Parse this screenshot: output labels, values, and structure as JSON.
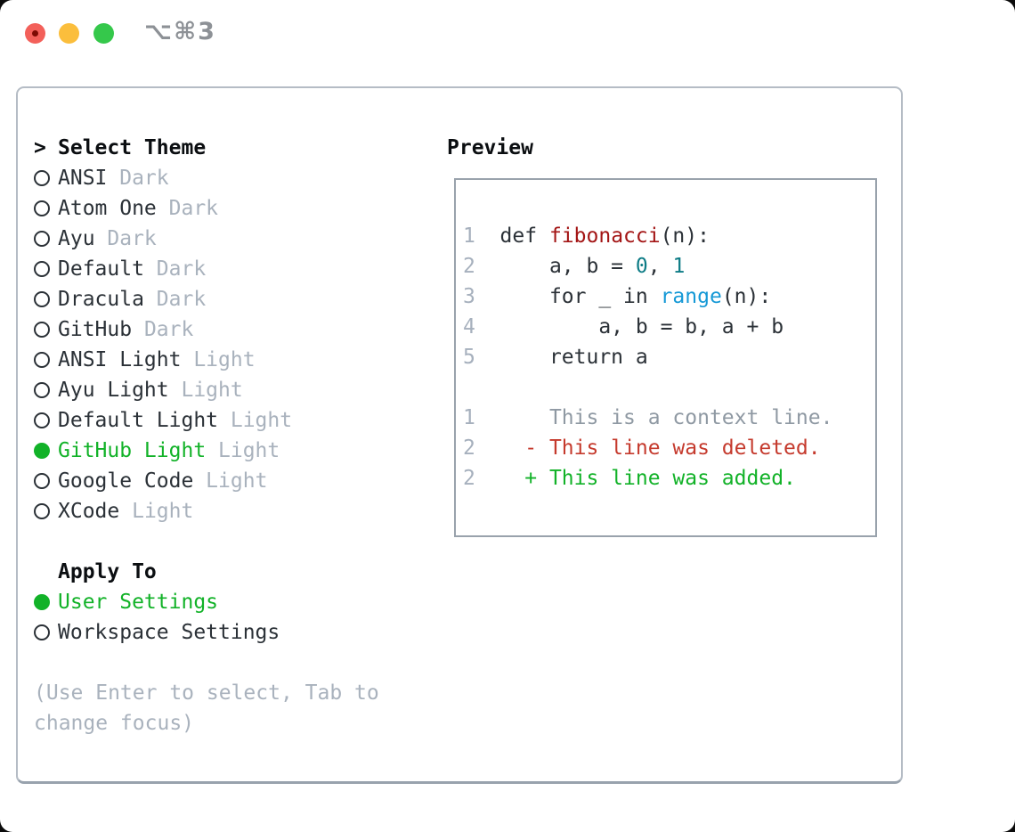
{
  "window": {
    "title": "⌥⌘3"
  },
  "colors": {
    "selection_green": "#12b228",
    "panel_border": "#b5bcc5",
    "preview_border": "#99a2ac",
    "theme_text": "#2b3137",
    "muted_text": "#a9b2bd",
    "traffic_red": "#f3605a",
    "traffic_yellow": "#fbbe3c",
    "traffic_green": "#35c84b"
  },
  "theme_list": {
    "cursor": ">",
    "header": "Select Theme",
    "items": [
      {
        "label": "ANSI",
        "variant": "Dark",
        "selected": false
      },
      {
        "label": "Atom One",
        "variant": "Dark",
        "selected": false
      },
      {
        "label": "Ayu",
        "variant": "Dark",
        "selected": false
      },
      {
        "label": "Default",
        "variant": "Dark",
        "selected": false
      },
      {
        "label": "Dracula",
        "variant": "Dark",
        "selected": false
      },
      {
        "label": "GitHub",
        "variant": "Dark",
        "selected": false
      },
      {
        "label": "ANSI Light",
        "variant": "Light",
        "selected": false
      },
      {
        "label": "Ayu Light",
        "variant": "Light",
        "selected": false
      },
      {
        "label": "Default Light",
        "variant": "Light",
        "selected": false
      },
      {
        "label": "GitHub Light",
        "variant": "Light",
        "selected": true
      },
      {
        "label": "Google Code",
        "variant": "Light",
        "selected": false
      },
      {
        "label": "XCode",
        "variant": "Light",
        "selected": false
      }
    ]
  },
  "apply_to": {
    "header": "Apply To",
    "items": [
      {
        "label": "User Settings",
        "selected": true
      },
      {
        "label": "Workspace Settings",
        "selected": false
      }
    ]
  },
  "hint": "(Use Enter to select, Tab to change focus)",
  "preview": {
    "header": "Preview",
    "code_colors": {
      "lnum": "#a6b0bd",
      "fg": "#2b3137",
      "func": "#a31515",
      "num": "#0e7c86",
      "builtin": "#1699d6",
      "ctx": "#8f99a3",
      "del": "#c53a2d",
      "add": "#12b228"
    },
    "lines": [
      {
        "num": "1",
        "tokens": [
          {
            "t": "  def ",
            "c": "fg"
          },
          {
            "t": "fibonacci",
            "c": "func"
          },
          {
            "t": "(n):",
            "c": "fg"
          }
        ]
      },
      {
        "num": "2",
        "tokens": [
          {
            "t": "      a, b = ",
            "c": "fg"
          },
          {
            "t": "0",
            "c": "num"
          },
          {
            "t": ", ",
            "c": "fg"
          },
          {
            "t": "1",
            "c": "num"
          }
        ]
      },
      {
        "num": "3",
        "tokens": [
          {
            "t": "      for _ in ",
            "c": "fg"
          },
          {
            "t": "range",
            "c": "builtin"
          },
          {
            "t": "(n):",
            "c": "fg"
          }
        ]
      },
      {
        "num": "4",
        "tokens": [
          {
            "t": "          a, b = b, a + b",
            "c": "fg"
          }
        ]
      },
      {
        "num": "5",
        "tokens": [
          {
            "t": "      return a",
            "c": "fg"
          }
        ]
      },
      {
        "num": "",
        "tokens": []
      },
      {
        "num": "1",
        "tokens": [
          {
            "t": "      This is a context line.",
            "c": "ctx"
          }
        ]
      },
      {
        "num": "2",
        "tokens": [
          {
            "t": "    ",
            "c": "fg"
          },
          {
            "t": "- This line was deleted.",
            "c": "del"
          }
        ]
      },
      {
        "num": "2",
        "tokens": [
          {
            "t": "    ",
            "c": "fg"
          },
          {
            "t": "+ This line was added.",
            "c": "add"
          }
        ]
      }
    ]
  }
}
